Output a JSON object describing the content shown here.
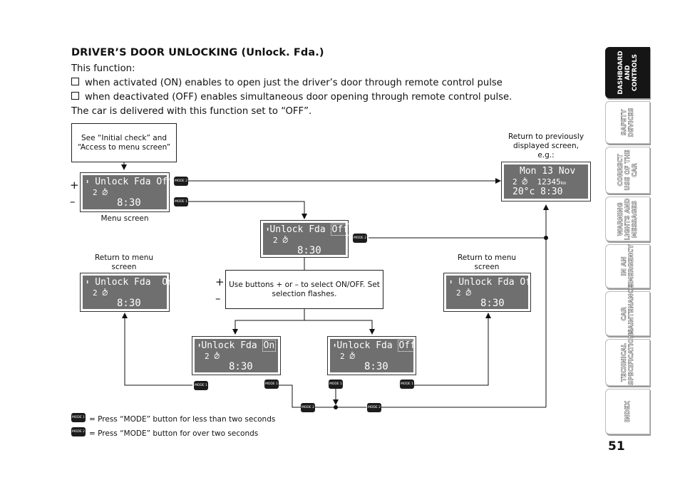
{
  "heading": {
    "bold": "DRIVER’S DOOR UNLOCKING",
    "paren": "(Unlock. Fda.)"
  },
  "intro": "This function:",
  "bullets": [
    "when activated (ON) enables to open just the driver’s door through remote control pulse",
    "when deactivated (OFF) enables simultaneous door opening through remote control pulse."
  ],
  "delivered": "The car is delivered with this function set to “OFF”.",
  "diagram": {
    "see_box": "See “Initial check” and “Access to menu screen”",
    "return_prev": "Return to previously displayed screen, e.g.:",
    "menu_screen_caption": "Menu screen",
    "return_menu_left": "Return to menu screen",
    "return_menu_right": "Return to menu screen",
    "use_buttons": "Use buttons + or – to select ON/OFF. Set selection flashes.",
    "plus": "+",
    "minus": "–",
    "mode1": "MODE 1",
    "mode2": "MODE 2",
    "lcd_arrow": "⬍",
    "lcd_menu": {
      "l1a": "Unlock Fda",
      "l1b": "Off",
      "l2": "2 ⦲",
      "l3": "8:30"
    },
    "lcd_center": {
      "l1a": "Unlock Fda",
      "l1b": "Off",
      "l2": "2 ⦲",
      "l3": "8:30"
    },
    "lcd_left": {
      "l1a": "Unlock Fda",
      "l1b": "On",
      "l2": "2 ⦲",
      "l3": "8:30"
    },
    "lcd_right": {
      "l1a": "Unlock Fda",
      "l1b": "Off",
      "l2": "2 ⦲",
      "l3": "8:30"
    },
    "lcd_on": {
      "l1a": "Unlock Fda",
      "l1b": "On",
      "l2": "2 ⦲",
      "l3": "8:30"
    },
    "lcd_off": {
      "l1a": "Unlock Fda",
      "l1b": "Off",
      "l2": "2 ⦲",
      "l3": "8:30"
    },
    "lcd_prev": {
      "l1": "Mon 13 Nov",
      "l2a": "2 ⦲",
      "l2b": "12345",
      "l2c": "km",
      "l3a": "20°c",
      "l3b": "8:30"
    }
  },
  "legend": [
    "= Press “MODE” button for less than two seconds",
    "= Press “MODE” button for over two seconds"
  ],
  "tabs": [
    "DASHBOARD AND CONTROLS",
    "SAFETY DEVICES",
    "CORRECT USE OF THE CAR",
    "WARNING LIGHTS AND MESSAGES",
    "IN AN EMERGENCY",
    "CAR MAINTENANCE",
    "TECHNICAL SPECIFICATIONS",
    "INDEX"
  ],
  "page_number": "51"
}
